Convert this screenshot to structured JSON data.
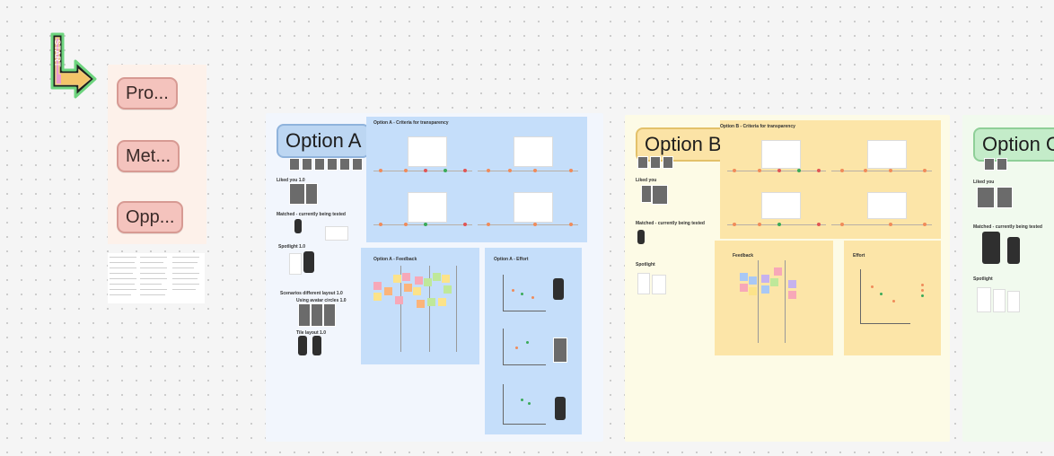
{
  "start_sticker": {
    "text": "START"
  },
  "left_column": {
    "stickies": [
      "Pro...",
      "Met...",
      "Opp..."
    ]
  },
  "sections": {
    "option_a": {
      "label": "Option A",
      "panels": {
        "flow_title": "Option A - Criteria for transparency",
        "feedback_title": "Option A - Feedback",
        "effort_title": "Option A - Effort"
      },
      "sidebar_labels": [
        "Liked you 1.0",
        "Matched - currently being tested",
        "Spotlight 1.0",
        "Scenarios different layout 1.0",
        "Using avatar circles 1.0",
        "Tile layout 1.0"
      ]
    },
    "option_b": {
      "label": "Option B",
      "panels": {
        "flow_title": "Option B - Criteria for transparency",
        "feedback_title": "Feedback",
        "effort_title": "Effort"
      },
      "sidebar_labels": [
        "Liked you",
        "Matched - currently being tested",
        "Spotlight"
      ]
    },
    "option_c": {
      "label": "Option C",
      "sidebar_labels": [
        "Liked you",
        "Matched - currently being tested",
        "Spotlight"
      ]
    }
  },
  "colors": {
    "option_a_tag": "#bcd6f2",
    "option_b_tag": "#fbe3a6",
    "option_c_tag": "#c4ecc9",
    "sticky_pink": "#f4c3bd",
    "panel_blue": "#c5defa",
    "panel_yellow": "#fce5a8"
  }
}
